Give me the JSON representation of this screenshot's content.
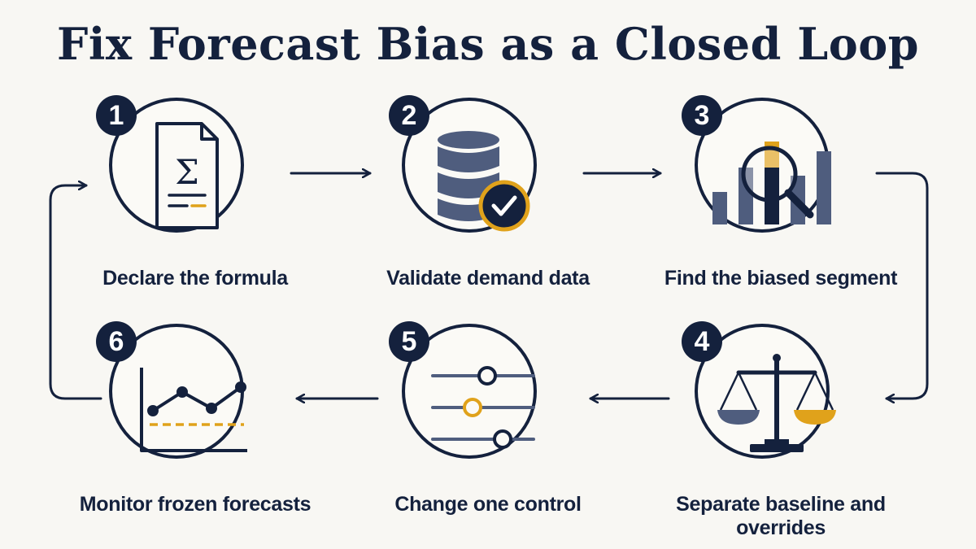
{
  "title": "Fix Forecast Bias as a Closed Loop",
  "colors": {
    "navy": "#14213d",
    "slate": "#4f5d7e",
    "gold": "#e0a21b",
    "background": "#f8f7f3"
  },
  "steps": [
    {
      "number": "1",
      "label": "Declare the formula",
      "icon": "formula-document-icon"
    },
    {
      "number": "2",
      "label": "Validate demand data",
      "icon": "database-check-icon"
    },
    {
      "number": "3",
      "label": "Find the biased segment",
      "icon": "bar-chart-magnifier-icon"
    },
    {
      "number": "4",
      "label": "Separate baseline and overrides",
      "icon": "balance-scale-icon"
    },
    {
      "number": "5",
      "label": "Change one control",
      "icon": "slider-controls-icon"
    },
    {
      "number": "6",
      "label": "Monitor frozen forecasts",
      "icon": "line-chart-threshold-icon"
    }
  ]
}
